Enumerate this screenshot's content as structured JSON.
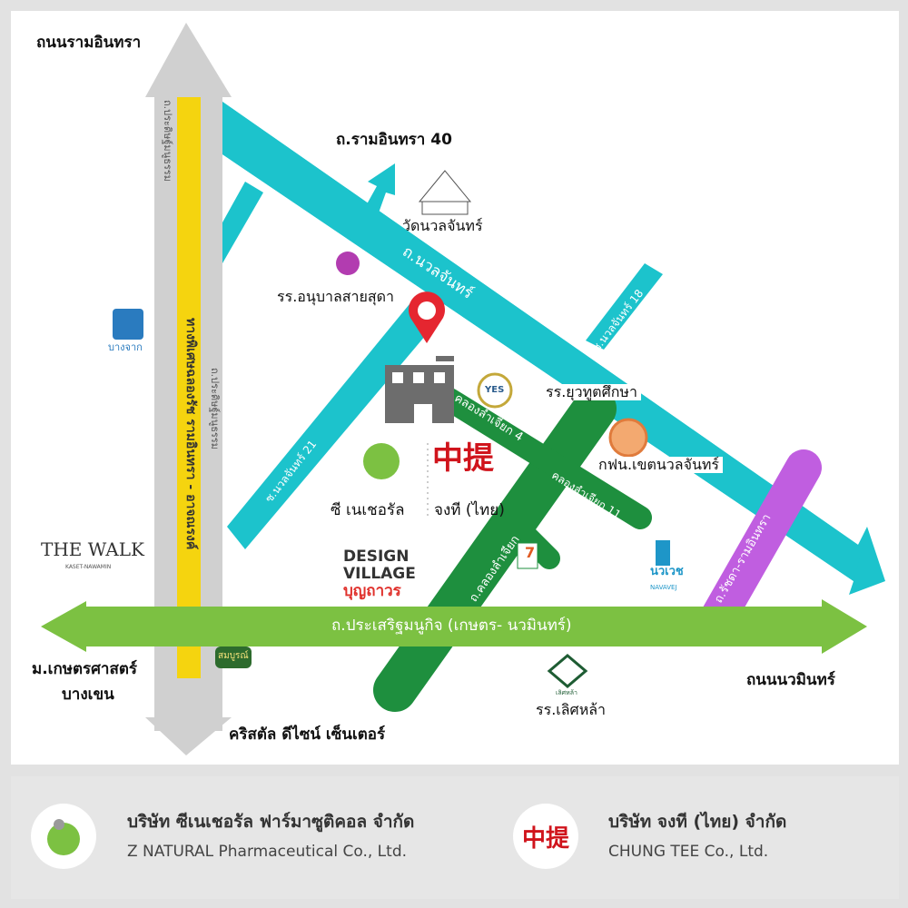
{
  "map": {
    "labels": {
      "ramintra_road": "ถนนรามอินทรา",
      "ramintra_40": "ถ.รามอินทรา 40",
      "wat": "วัดนวลจันทร์",
      "anuban_school": "รร.อนุบาลสายสุดา",
      "nuanchan_road": "ถ.นวลจันทร์",
      "nuanchan_18": "ซ.นวลจันทร์ 18",
      "nuanchan_21": "ซ.นวลจันทร์ 21",
      "yuwathut_school": "รร.ยุวทูตศึกษา",
      "khlong_4": "คลองลำเจียก 4",
      "khlong_11": "คลองลำเจียก 11",
      "khlong_road": "ถ.คลองลำเจียก",
      "pea_office": "กฟน.เขตนวลจันทร์",
      "z_natural": "ซี เนเชอรัล",
      "chung_tee": "จงที (ไทย)",
      "ratchada_road": "ถ.รัชดา-รามอินทรา",
      "prasert_road": "ถ.ประเสริฐมนูกิจ (เกษตร- นวมินทร์)",
      "nawamin_road": "ถนนนวมินทร์",
      "kaset_bangkhen_1": "ม.เกษตรศาสตร์",
      "kaset_bangkhen_2": "บางเขน",
      "crystal_design": "คริสตัล ดีไซน์ เซ็นเตอร์",
      "lertla_school": "รร.เลิศหล้า",
      "expressway": "ทางพิเศษฉลองรัช รามอินทรา - อาจณรงค์",
      "praditmanutham": "ถ.ประดิษฐ์มนูธรรม",
      "bangchak": "บางจาก",
      "the_walk": "THE WALK",
      "the_walk_sub": "KASET-NAWAMIN",
      "design_village_1": "DESIGN",
      "design_village_2": "VILLAGE",
      "design_village_3": "บุญถาวร",
      "navavej_th": "นวเวช",
      "navavej_en": "NAVAVEJ",
      "somboon": "สมบูรณ์",
      "yes": "YES",
      "seven_eleven": "7",
      "lertla_logo": "เลิศหล้า"
    },
    "colors": {
      "cyan": "#1cc3cc",
      "green": "#7cc142",
      "dark_green": "#1e8f3e",
      "purple": "#c05ee0",
      "gray": "#cfcfcf",
      "yellow": "#f5d40f",
      "pin": "#e52630"
    }
  },
  "footer": {
    "company1_th": "บริษัท ซีเนเชอรัล ฟาร์มาซูติคอล จำกัด",
    "company1_en": "Z NATURAL Pharmaceutical Co., Ltd.",
    "company2_th": "บริษัท จงที (ไทย) จำกัด",
    "company2_en": "CHUNG TEE Co., Ltd.",
    "chungtee_logo": "中提"
  }
}
